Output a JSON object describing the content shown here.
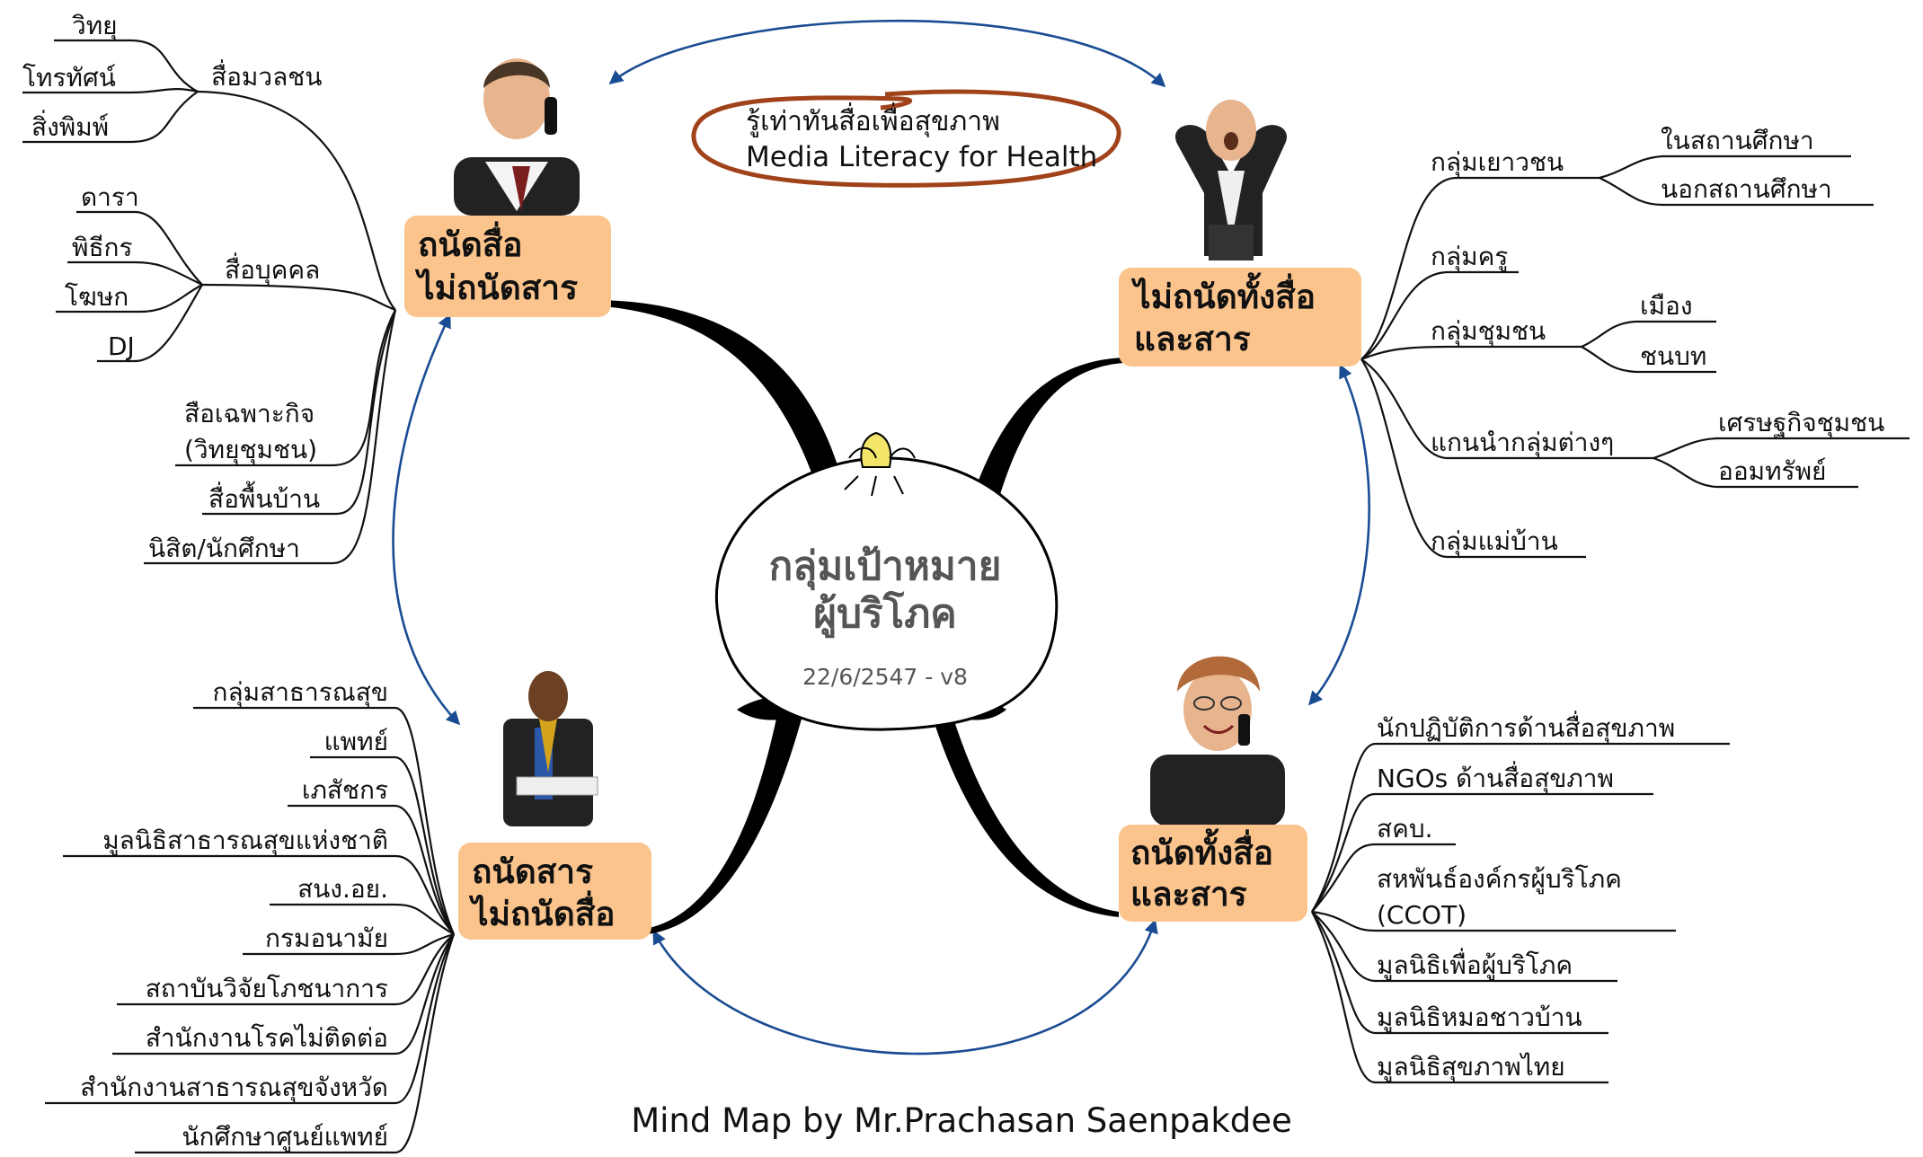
{
  "title": {
    "thai": "รู้เท่าทันสื่อเพื่อสุขภาพ",
    "english": "Media Literacy for Health",
    "oval_color": "#a0421a"
  },
  "center": {
    "line1": "กลุ่มเป้าหมาย",
    "line2": "ผู้บริโภค",
    "version": "22/6/2547 - v8"
  },
  "credit": "Mind Map by Mr.Prachasan Saenpakdee",
  "colors": {
    "group_box": "#fbc48c",
    "arrow": "#1a4c93",
    "text_center": "#555555"
  },
  "icons": [
    "man-phone-icon",
    "stressed-man-icon",
    "businessman-book-icon",
    "woman-phone-icon",
    "sprout-icon"
  ],
  "groups": {
    "top_left": {
      "line1": "ถนัดสื่อ",
      "line2": "ไม่ถนัดสาร",
      "branches": [
        {
          "label": "สื่อมวลชน",
          "children": [
            "วิทยุ",
            "โทรทัศน์",
            "สิ่งพิมพ์"
          ]
        },
        {
          "label": "สื่อบุคคล",
          "children": [
            "ดารา",
            "พิธีกร",
            "โฆษก",
            "DJ"
          ]
        },
        {
          "label": "สือเฉพาะกิจ",
          "label2": "(วิทยุชุมชน)",
          "children": []
        },
        {
          "label": "สื่อพื้นบ้าน",
          "children": []
        },
        {
          "label": "นิสิต/นักศึกษา",
          "children": []
        }
      ]
    },
    "top_right": {
      "line1": "ไม่ถนัดทั้งสื่อ",
      "line2": "และสาร",
      "branches": [
        {
          "label": "กลุ่มเยาวชน",
          "children": [
            "ในสถานศึกษา",
            "นอกสถานศึกษา"
          ]
        },
        {
          "label": "กลุ่มครู",
          "children": []
        },
        {
          "label": "กลุ่มชุมชน",
          "children": [
            "เมือง",
            "ชนบท"
          ]
        },
        {
          "label": "แกนนำกลุ่มต่างๆ",
          "children": [
            "เศรษฐกิจชุมชน",
            "ออมทรัพย์"
          ]
        },
        {
          "label": "กลุ่มแม่บ้าน",
          "children": []
        }
      ]
    },
    "bottom_left": {
      "line1": "ถนัดสาร",
      "line2": "ไม่ถนัดสื่อ",
      "items": [
        "กลุ่มสาธารณสุข",
        "แพทย์",
        "เภสัชกร",
        "มูลนิธิสาธารณสุขแห่งชาติ",
        "สนง.อย.",
        "กรมอนามัย",
        "สถาบันวิจัยโภชนาการ",
        "สำนักงานโรคไม่ติดต่อ",
        "สำนักงานสาธารณสุขจังหวัด",
        "นักศึกษาศูนย์แพทย์"
      ]
    },
    "bottom_right": {
      "line1": "ถนัดทั้งสื่อ",
      "line2": "และสาร",
      "items": [
        {
          "label": "นักปฏิบัติการด้านสื่อสุขภาพ"
        },
        {
          "label": "NGOs ด้านสื่อสุขภาพ"
        },
        {
          "label": "สคบ."
        },
        {
          "label": "สหพันธ์องค์กรผู้บริโภค",
          "label2": "(CCOT)"
        },
        {
          "label": "มูลนิธิเพื่อผู้บริโภค"
        },
        {
          "label": "มูลนิธิหมอชาวบ้าน"
        },
        {
          "label": "มูลนิธิสุขภาพไทย"
        }
      ]
    }
  }
}
